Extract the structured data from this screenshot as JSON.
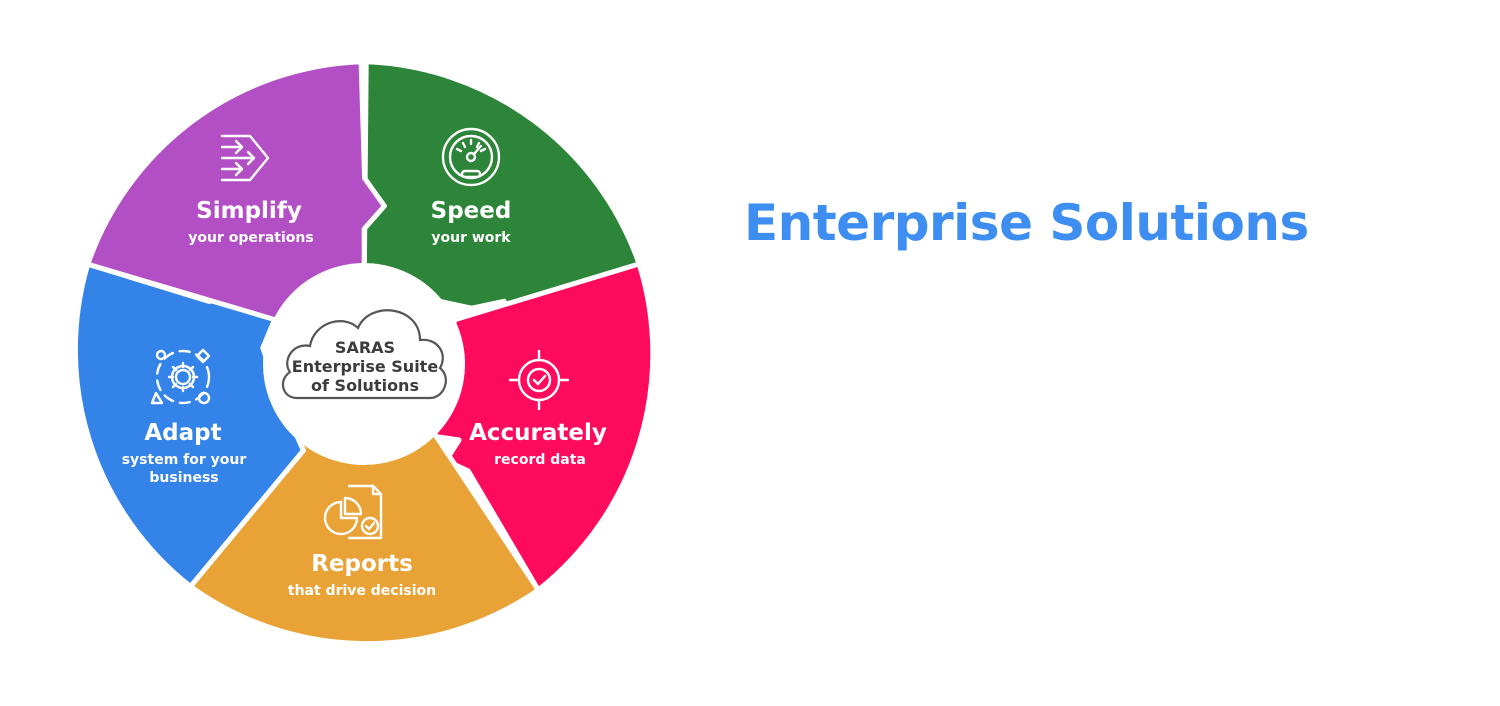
{
  "headline": {
    "text": "Enterprise Solutions",
    "color": "#3d8ef0"
  },
  "center": {
    "line1": "SARAS",
    "line2": "Enterprise Suite",
    "line3": "of Solutions",
    "icon": "cloud-outline-icon"
  },
  "segments": [
    {
      "id": "speed",
      "title": "Speed",
      "subtitle": [
        "your work"
      ],
      "color": "#2c8538",
      "icon": "speedometer-icon"
    },
    {
      "id": "accurately",
      "title": "Accurately",
      "subtitle": [
        "record data"
      ],
      "color": "#ff0b5e",
      "icon": "target-check-icon"
    },
    {
      "id": "reports",
      "title": "Reports",
      "subtitle": [
        "that drive decision"
      ],
      "color": "#e8a236",
      "icon": "report-chart-icon"
    },
    {
      "id": "adapt",
      "title": "Adapt",
      "subtitle": [
        "system for your",
        "business"
      ],
      "color": "#3383e9",
      "icon": "gear-shapes-icon"
    },
    {
      "id": "simplify",
      "title": "Simplify",
      "subtitle": [
        "your operations"
      ],
      "color": "#b24fc4",
      "icon": "converging-arrows-icon"
    }
  ]
}
